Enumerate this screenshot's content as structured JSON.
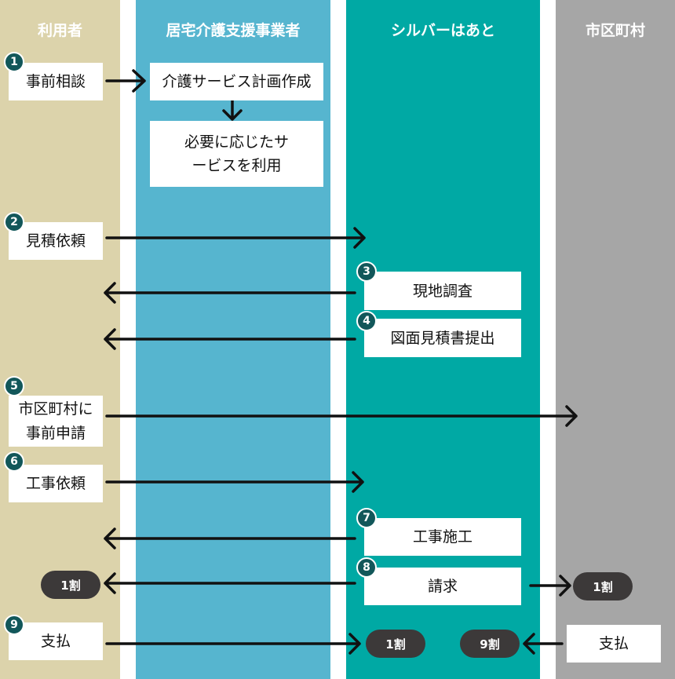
{
  "lanes": {
    "user": {
      "title": "利用者",
      "color": "#dcd3ab"
    },
    "care": {
      "title": "居宅介護支援事業者",
      "color": "#56b5cf"
    },
    "silver": {
      "title": "シルバーはあと",
      "color": "#00a9a4"
    },
    "city": {
      "title": "市区町村",
      "color": "#a6a6a6"
    }
  },
  "steps": [
    {
      "num": "1",
      "label": "事前相談"
    },
    {
      "num": "2",
      "label": "見積依頼"
    },
    {
      "num": "3",
      "label": "現地調査"
    },
    {
      "num": "4",
      "label": "図面見積書提出"
    },
    {
      "num": "5",
      "label": "市区町村に事前申請"
    },
    {
      "num": "6",
      "label": "工事依頼"
    },
    {
      "num": "7",
      "label": "工事施工"
    },
    {
      "num": "8",
      "label": "請求"
    },
    {
      "num": "9",
      "label": "支払"
    }
  ],
  "care_boxes": {
    "plan": "介護サービス計画作成",
    "use": "必要に応じたサービスを利用"
  },
  "city_box": "支払",
  "pills": {
    "user_share": "1割",
    "city_share": "1割",
    "pay_share": "1割",
    "insurance_share": "9割"
  }
}
